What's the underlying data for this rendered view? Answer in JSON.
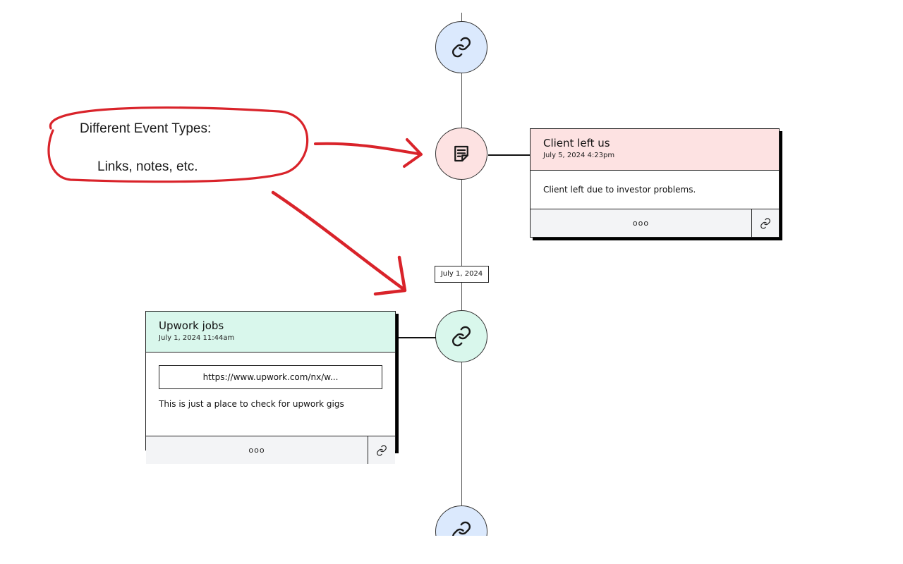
{
  "annotation": {
    "line1": "Different Event Types:",
    "line2": "Links, notes, etc.",
    "color": "#d9232a"
  },
  "timeline": {
    "date_marker": "July 1, 2024"
  },
  "events": [
    {
      "id": "client-left",
      "type": "note",
      "title": "Client left us",
      "timestamp": "July 5, 2024 4:23pm",
      "body": "Client left due to investor problems.",
      "more_label": "ooo",
      "color": "#fde2e2"
    },
    {
      "id": "upwork-jobs",
      "type": "link",
      "title": "Upwork jobs",
      "timestamp": "July 1, 2024 11:44am",
      "url": "https://www.upwork.com/nx/w...",
      "body": "This is just a place to check for upwork gigs",
      "more_label": "ooo",
      "color": "#d9f7ec"
    }
  ],
  "nodes": [
    {
      "type": "link",
      "icon": "link-icon",
      "color": "#dbe9fd"
    },
    {
      "type": "note",
      "icon": "note-icon",
      "color": "#fde2e2"
    },
    {
      "type": "link",
      "icon": "link-icon",
      "color": "#d9f7ec"
    },
    {
      "type": "link",
      "icon": "link-icon",
      "color": "#dbe9fd"
    }
  ]
}
